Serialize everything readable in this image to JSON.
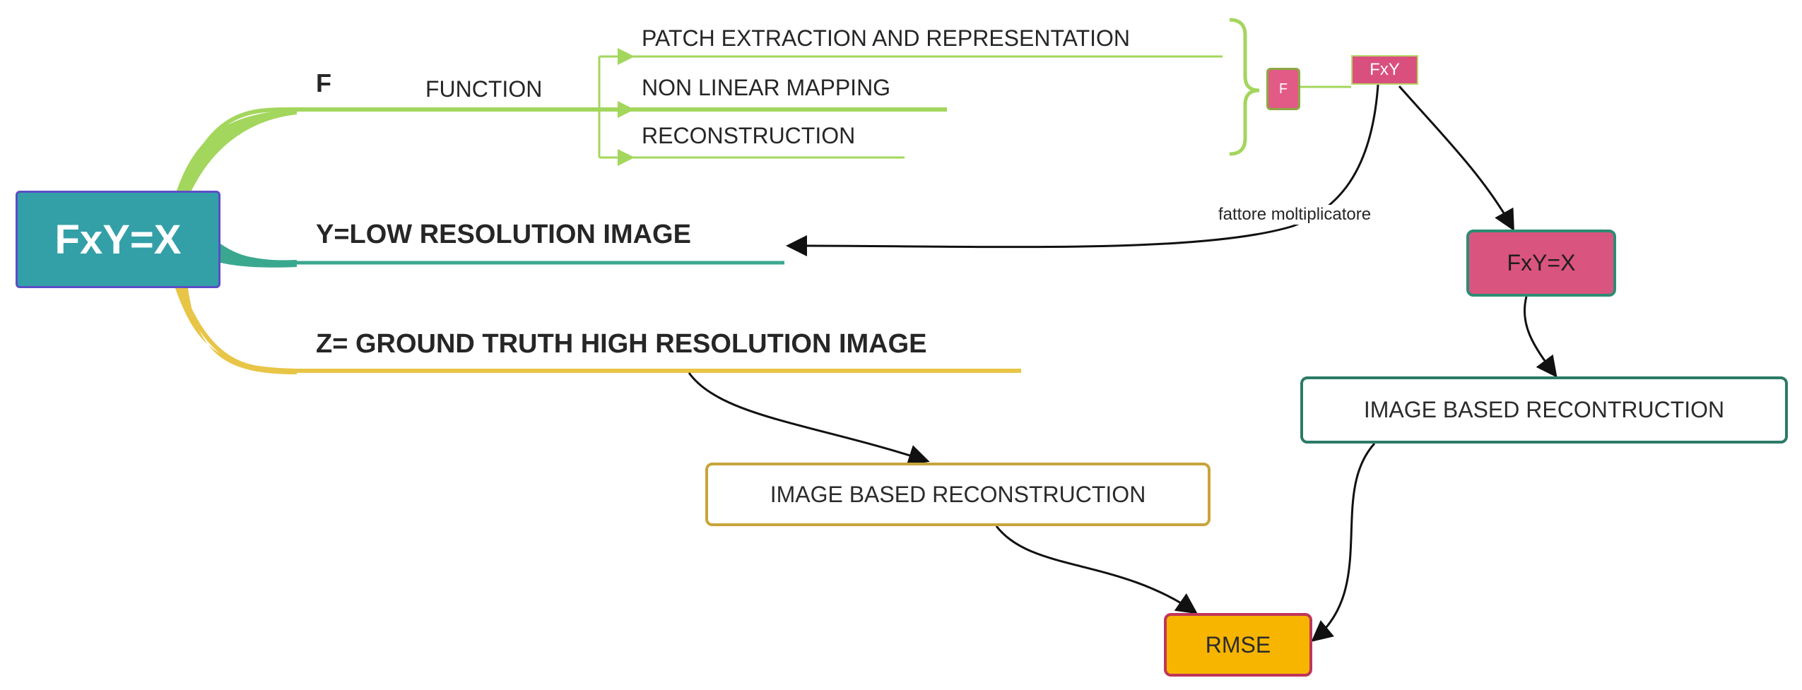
{
  "root": {
    "label": "FxY=X"
  },
  "branch_f": {
    "letter": "F",
    "function_label": "FUNCTION",
    "steps": [
      "PATCH EXTRACTION AND REPRESENTATION",
      "NON LINEAR MAPPING",
      "RECONSTRUCTION"
    ]
  },
  "branch_y": {
    "label": "Y=LOW RESOLUTION IMAGE"
  },
  "branch_z": {
    "label": "Z=  GROUND TRUTH HIGH RESOLUTION IMAGE"
  },
  "nodes": {
    "f_small": "F",
    "fxy_top": "FxY",
    "fxy_result": "FxY=X",
    "ibr_right": "IMAGE BASED RECONTRUCTION",
    "ibr_left": "IMAGE BASED RECONSTRUCTION",
    "rmse": "RMSE"
  },
  "edge_labels": {
    "multiplier": "fattore moltiplicatore"
  },
  "colors": {
    "root_fill": "#33a0a8",
    "root_border": "#5a4ec6",
    "branch_f": "#a3d65c",
    "branch_y": "#3aa88f",
    "branch_z": "#e8c547",
    "pink": "#d9507e",
    "rmse_fill": "#f7b500",
    "arrow": "#111111"
  }
}
